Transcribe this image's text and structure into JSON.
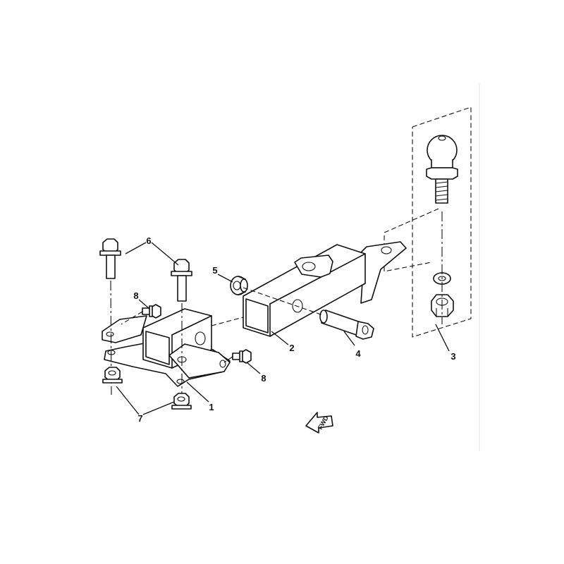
{
  "diagram": {
    "callouts": {
      "c1": "1",
      "c2": "2",
      "c3": "3",
      "c4": "4",
      "c5": "5",
      "c6": "6",
      "c7": "7",
      "c8a": "8",
      "c8b": "8"
    },
    "direction_arrow_label": "FWD",
    "ink_color": "#111111",
    "background_color": "#ffffff"
  }
}
